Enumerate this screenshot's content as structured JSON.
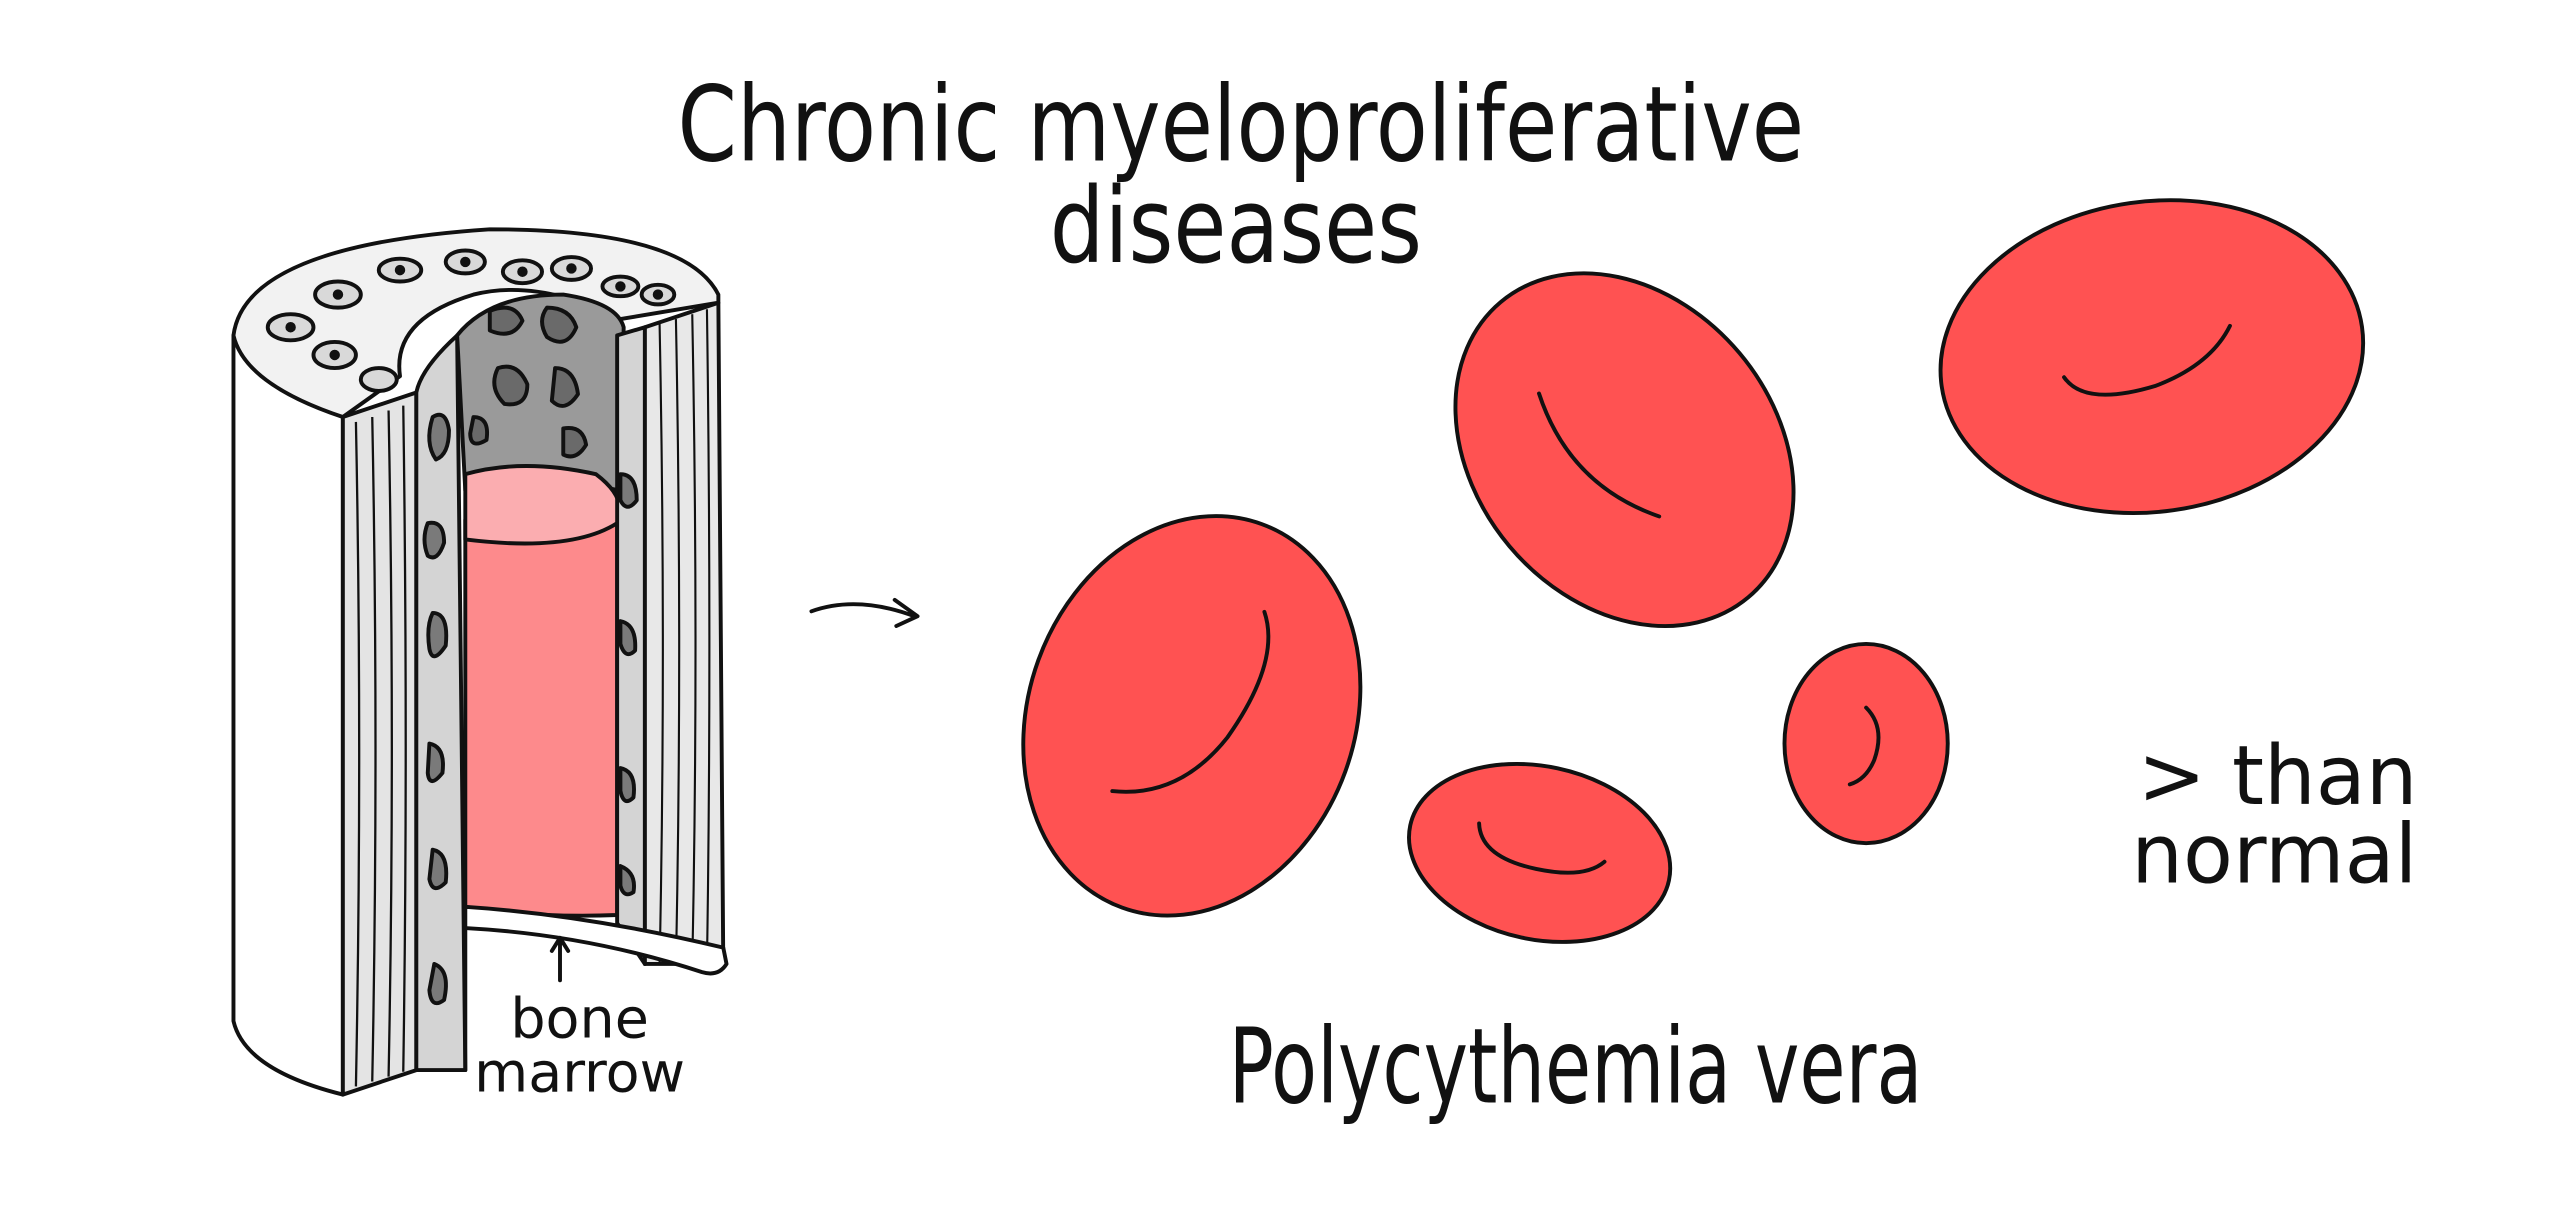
{
  "title": {
    "line1": "Chronic myeloproliferative",
    "line2": "diseases"
  },
  "labels": {
    "bone_marrow_line1": "bone",
    "bone_marrow_line2": "marrow",
    "comparison_line1": "> than",
    "comparison_line2": "normal",
    "disease_name": "Polycythemia vera"
  },
  "colors": {
    "red_blood_cell": "#ff5252",
    "marrow_pink": "#fd8a8c",
    "marrow_light_pink": "#fbadb0",
    "bone_grey": "#d9d9d9",
    "spongy_dark": "#7a7a7a",
    "ink": "#111111"
  }
}
